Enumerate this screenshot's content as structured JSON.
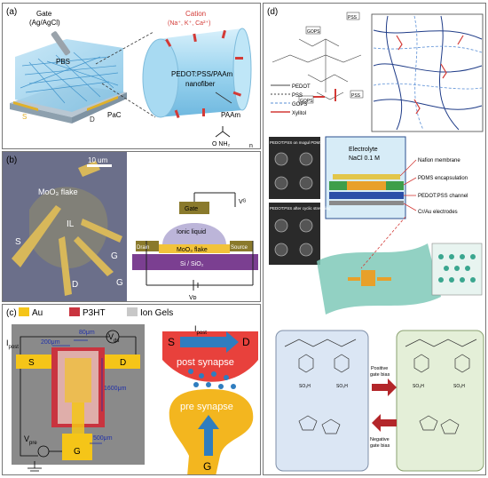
{
  "panel_a": {
    "label": "(a)",
    "gate": "Gate",
    "gate_sub": "(Ag/AgCl)",
    "pbs": "PBS",
    "s": "S",
    "d": "D",
    "pac": "PaC",
    "cation": "Cation",
    "cation_sub": "(Na⁺, K⁺, Ca²⁺)",
    "nanofiber_1": "PEDOT:PSS/PAAm",
    "nanofiber_2": "nanofiber",
    "paam": "PAAm",
    "formula": "O NH₂",
    "n": "n"
  },
  "panel_b": {
    "label": "(b)",
    "scale": "10 um",
    "moo3": "MoO₃ flake",
    "il": "IL",
    "s": "S",
    "g1": "G",
    "d": "D",
    "g2": "G",
    "gate": "Gate",
    "vg": "Vᴳ",
    "ionic1": "Ionic liquid",
    "drain": "Drain",
    "flake": "MoO₃ flake",
    "source": "Source",
    "substrate": "Si / SiO₂",
    "vd": "Vᴅ"
  },
  "panel_c": {
    "label": "(c)",
    "legend_au": "Au",
    "legend_p3ht": "P3HT",
    "legend_ion": "Ion Gels",
    "ipost": "I",
    "ipost_sub": "post",
    "dim_200": "200μm",
    "dim_80": "80μm",
    "vds": "V",
    "vds_sub": "ds",
    "s": "S",
    "d": "D",
    "dim_1600": "1600μm",
    "dim_500": "500μm",
    "vpre": "V",
    "vpre_sub": "pre",
    "g": "G",
    "syn_s": "S",
    "syn_ipost": "I",
    "syn_ipost_sub": "post",
    "syn_d": "D",
    "post_synapse": "post synapse",
    "pre_synapse": "pre synapse",
    "syn_g": "G"
  },
  "panel_d": {
    "label": "(d)",
    "pss_tag": "PSS",
    "gops_tag": "GOPS",
    "gops_tag2": "GOPS",
    "pss_tag2": "PSS",
    "legend": [
      "PEDOT",
      "PSS",
      "GOPS",
      "Xylitol"
    ],
    "sem1": "PEDOT:PSS on mogul PDMS",
    "sem2": "PEDOT:PSS after cyclic stretching",
    "electrolyte1": "Electrolyte",
    "electrolyte2": "NaCl 0.1 M",
    "layers": [
      "Nafion membrane",
      "PDMS encapsulation",
      "PEDOT:PSS channel",
      "Cr/Au electrodes"
    ],
    "pos_bias_1": "Positive",
    "pos_bias_2": "gate bias",
    "neg_bias_1": "Negative",
    "neg_bias_2": "gate bias",
    "so3h": "SO₃H"
  },
  "colors": {
    "au": "#f5c518",
    "p3ht": "#c9343f",
    "ion_gel": "#c8c8c8",
    "gel_bg": "#8a8a8a",
    "synapse_red": "#e8413c",
    "synapse_yellow": "#f3b61f",
    "arrow_blue": "#2f7dbf",
    "fiber_blue": "#7fc3e8"
  }
}
